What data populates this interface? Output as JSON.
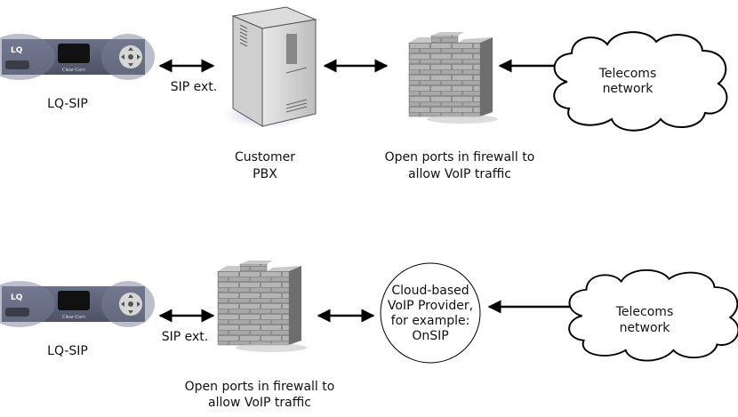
{
  "top": {
    "device_label": "LQ-SIP",
    "device_brand": "LQ",
    "device_maker": "Clear-Com",
    "link1_label": "SIP ext.",
    "pbx_label": [
      "Customer",
      "PBX"
    ],
    "firewall_label": [
      "Open ports in firewall to",
      "allow VoIP traffic"
    ],
    "cloud_label": [
      "Telecoms",
      "network"
    ]
  },
  "bottom": {
    "device_label": "LQ-SIP",
    "device_brand": "LQ",
    "device_maker": "Clear-Com",
    "link1_label": "SIP ext.",
    "firewall_label": [
      "Open ports in firewall to",
      "allow VoIP traffic"
    ],
    "provider_label": [
      "Cloud-based",
      "VoIP Provider,",
      "for example:",
      "OnSIP"
    ],
    "cloud_label": [
      "Telecoms",
      "network"
    ]
  }
}
